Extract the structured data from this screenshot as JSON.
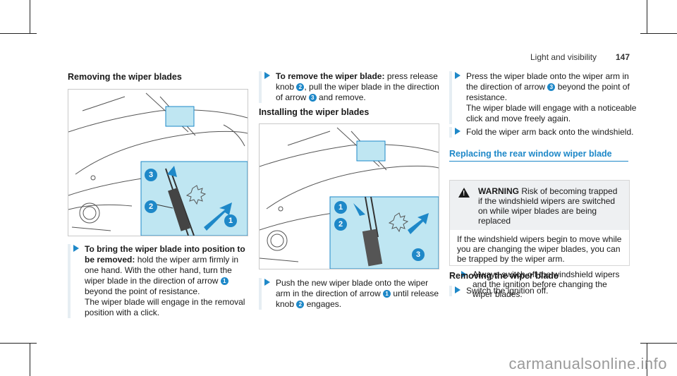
{
  "header": {
    "chapter": "Light and visibility",
    "page": "147"
  },
  "col1": {
    "title": "Removing the wiper blades",
    "step1": {
      "bold": "To bring the wiper blade into position to be removed:",
      "text1": " hold the wiper arm firmly in one hand. With the other hand, turn the wiper blade in the direction of arrow ",
      "n1": "1",
      "text2": " beyond the point of resistance.",
      "text3": "The wiper blade will engage in the removal position with a click."
    },
    "fig_labels": [
      "3",
      "2",
      "1"
    ]
  },
  "col2": {
    "step1": {
      "bold": "To remove the wiper blade:",
      "text1": " press release knob ",
      "n1": "2",
      "text2": ", pull the wiper blade in the direction of arrow ",
      "n2": "3",
      "text3": " and remove."
    },
    "title": "Installing the wiper blades",
    "fig_labels": [
      "1",
      "2",
      "3"
    ],
    "step2": {
      "text1": "Push the new wiper blade onto the wiper arm in the direction of arrow ",
      "n1": "1",
      "text2": " until release knob ",
      "n2": "2",
      "text3": " engages."
    }
  },
  "col3": {
    "step1": {
      "text1": "Press the wiper blade onto the wiper arm in the direction of arrow ",
      "n1": "3",
      "text2": " beyond the point of resistance.",
      "text3": "The wiper blade will engage with a noticeable click and move freely again."
    },
    "step2": {
      "text": "Fold the wiper arm back onto the windshield."
    },
    "section_title": "Replacing the rear window wiper blade",
    "warning": {
      "label": "WARNING",
      "text": " Risk of becoming trapped if the windshield wipers are switched on while wiper blades are being replaced",
      "body": "If the windshield wipers begin to move while you are changing the wiper blades, you can be trapped by the wiper arm.",
      "step": "Always switch off the windshield wipers and the ignition before changing the wiper blades."
    },
    "title2": "Removing the wiper blade",
    "step3": {
      "text": "Switch the ignition off."
    }
  },
  "watermark": "carmanualsonline.info",
  "colors": {
    "accent": "#1e88c8",
    "inset": "#bfe6f2"
  }
}
